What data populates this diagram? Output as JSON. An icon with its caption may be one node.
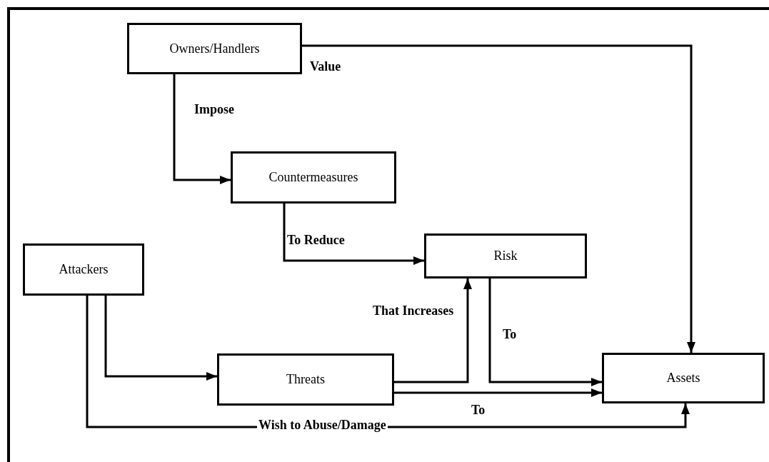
{
  "diagram": {
    "nodes": [
      {
        "text": [
          "Owners/Handlers"
        ]
      },
      {
        "text": [
          "Countermeasures"
        ]
      },
      {
        "text": [
          "Risk"
        ]
      },
      {
        "text": [
          "Attackers"
        ]
      },
      {
        "text": [
          "Threats"
        ]
      },
      {
        "text": [
          "Assets"
        ]
      }
    ],
    "edges": [
      {
        "from": 0,
        "to": 5,
        "arrow": "to",
        "label": "Value"
      },
      {
        "from": 0,
        "to": 1,
        "arrow": "to",
        "label": "Impose"
      },
      {
        "from": 1,
        "to": 2,
        "arrow": "to",
        "label": "To Reduce"
      },
      {
        "from": 3,
        "to": 4,
        "arrow": "to"
      },
      {
        "from": 4,
        "to": 2,
        "arrow": "to",
        "label": "That Increases"
      },
      {
        "from": 2,
        "to": 5,
        "arrow": "to",
        "label": "To"
      },
      {
        "from": 4,
        "to": 5,
        "arrow": "to",
        "label": "To"
      },
      {
        "from": 3,
        "to": 5,
        "arrow": "to",
        "label": "Wish to Abuse/Damage"
      }
    ]
  }
}
